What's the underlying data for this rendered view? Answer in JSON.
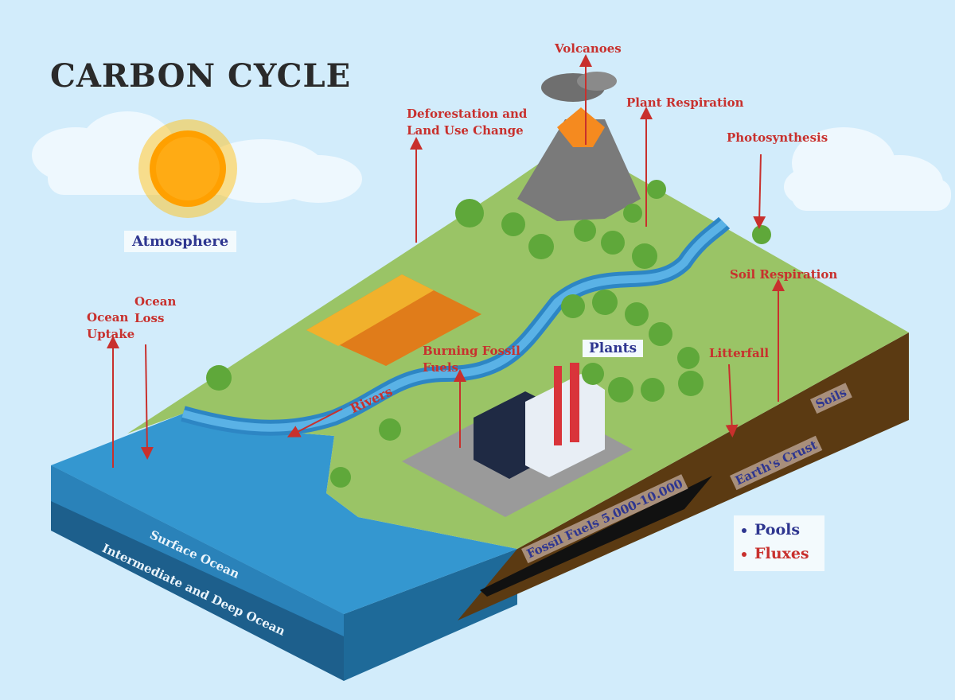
{
  "title": "CARBON CYCLE",
  "pools": {
    "atmosphere": "Atmosphere",
    "plants": "Plants",
    "soils": "Soils",
    "earths_crust": "Earth's Crust",
    "fossil_fuels": "Fossil Fuels 5.000-10.000",
    "surface_ocean": "Surface Ocean",
    "deep_ocean": "Intermediate and Deep Ocean",
    "rivers": "Rivers"
  },
  "fluxes": {
    "volcanoes": "Volcanoes",
    "plant_respiration": "Plant Respiration",
    "photosynthesis": "Photosynthesis",
    "deforestation_line1": "Deforestation and",
    "deforestation_line2": "Land Use Change",
    "soil_respiration": "Soil Respiration",
    "litterfall": "Litterfall",
    "burning_line1": "Burning Fossil",
    "burning_line2": "Fuels",
    "ocean_uptake_line1": "Ocean",
    "ocean_uptake_line2": "Uptake",
    "ocean_loss_line1": "Ocean",
    "ocean_loss_line2": "Loss"
  },
  "legend": {
    "pools": "Pools",
    "fluxes": "Fluxes"
  },
  "colors": {
    "pool": "#2e3690",
    "flux": "#c8302d",
    "sky": "#d2ecfb",
    "land": "#9ac466",
    "ocean": "#2f8fcb",
    "soil": "#5b3a12"
  }
}
